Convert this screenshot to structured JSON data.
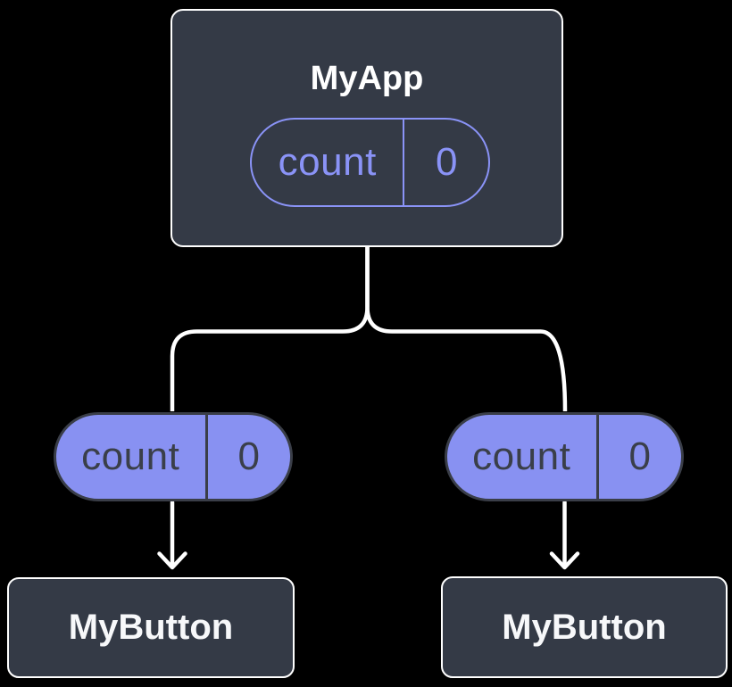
{
  "diagram": {
    "type": "component-tree",
    "background": "#000000",
    "colors": {
      "card_bg": "#343a46",
      "card_border": "#ffffff",
      "accent_purple": "#8a93f7",
      "pill_fill": "#8891f2",
      "pill_dark_border": "#3a3e48",
      "pill_dark_text": "#3a3f49",
      "connector": "#ffffff",
      "title_text": "#ffffff",
      "button_text": "#f7f8fa"
    },
    "root": {
      "title": "MyApp",
      "state": {
        "name": "count",
        "value": "0"
      }
    },
    "children": [
      {
        "title": "MyButton",
        "state": {
          "name": "count",
          "value": "0"
        }
      },
      {
        "title": "MyButton",
        "state": {
          "name": "count",
          "value": "0"
        }
      }
    ]
  }
}
